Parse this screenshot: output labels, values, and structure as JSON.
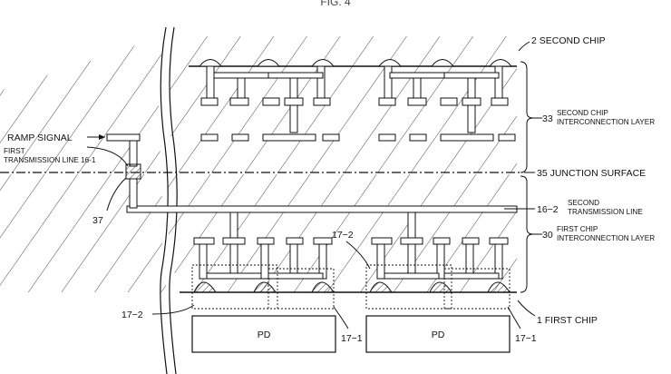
{
  "figure": {
    "title": "FIG. 4"
  },
  "labels": {
    "second_chip": "2 SECOND CHIP",
    "second_chip_layer_num": "33",
    "second_chip_layer_line1": "SECOND CHIP",
    "second_chip_layer_line2": "INTERCONNECTION LAYER",
    "junction_surface": "35 JUNCTION SURFACE",
    "second_tl_num": "16−2",
    "second_tl_line1": "SECOND",
    "second_tl_line2": "TRANSMISSION LINE",
    "first_chip_layer_num": "30",
    "first_chip_layer_line1": "FIRST CHIP",
    "first_chip_layer_line2": "INTERCONNECTION LAYER",
    "first_chip": "1 FIRST CHIP",
    "ramp_signal": "RAMP SIGNAL",
    "first_tl_line1": "FIRST",
    "first_tl_line2": "TRANSMISSION LINE 16-1",
    "ref_37": "37",
    "ref_17_2_left": "17−2",
    "ref_17_2_center": "17−2",
    "ref_17_1_left": "17−1",
    "ref_17_1_right": "17−1",
    "pd_left": "PD",
    "pd_right": "PD"
  },
  "colors": {
    "line": "#111111",
    "hatch": "#222222",
    "background": "#ffffff"
  }
}
